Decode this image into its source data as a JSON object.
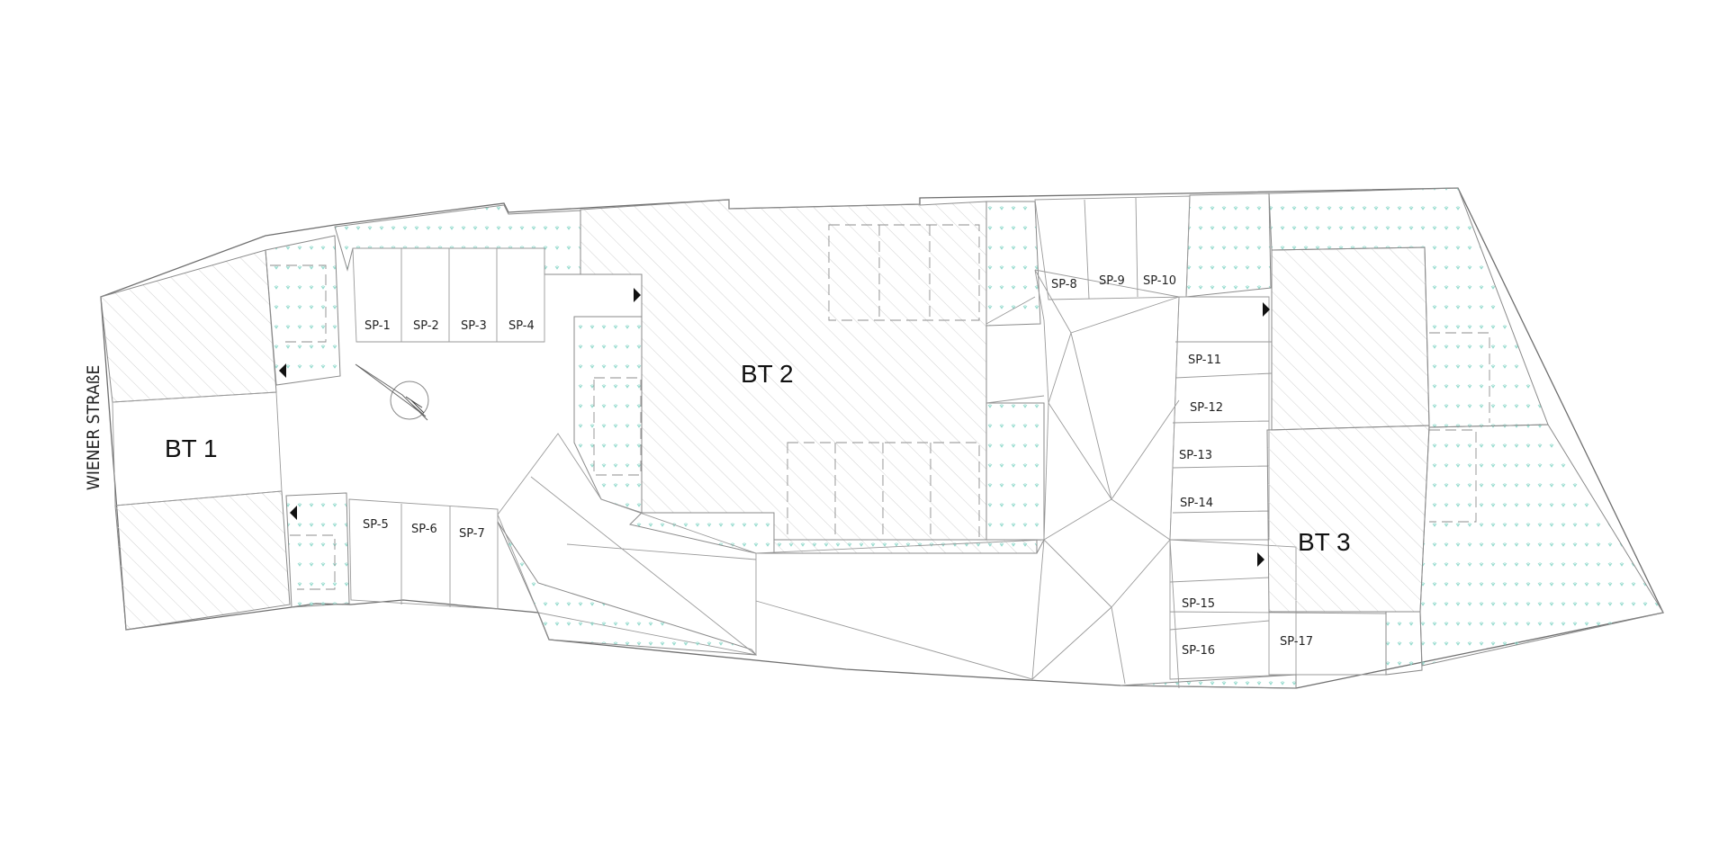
{
  "street": {
    "name": "WIENER STRAßE"
  },
  "buildings": [
    {
      "id": "bt1",
      "label": "BT 1"
    },
    {
      "id": "bt2",
      "label": "BT 2"
    },
    {
      "id": "bt3",
      "label": "BT 3"
    }
  ],
  "parking_spaces": [
    "SP-1",
    "SP-2",
    "SP-3",
    "SP-4",
    "SP-5",
    "SP-6",
    "SP-7",
    "SP-8",
    "SP-9",
    "SP-10",
    "SP-11",
    "SP-12",
    "SP-13",
    "SP-14",
    "SP-15",
    "SP-16",
    "SP-17"
  ],
  "colors": {
    "hatch": "#cfcfcf",
    "grass": "#7fd6c6",
    "outline": "#6f6f6f",
    "text": "#111111"
  },
  "icons": {
    "north_arrow": "north-arrow-icon",
    "entrance": "entrance-marker-icon"
  }
}
